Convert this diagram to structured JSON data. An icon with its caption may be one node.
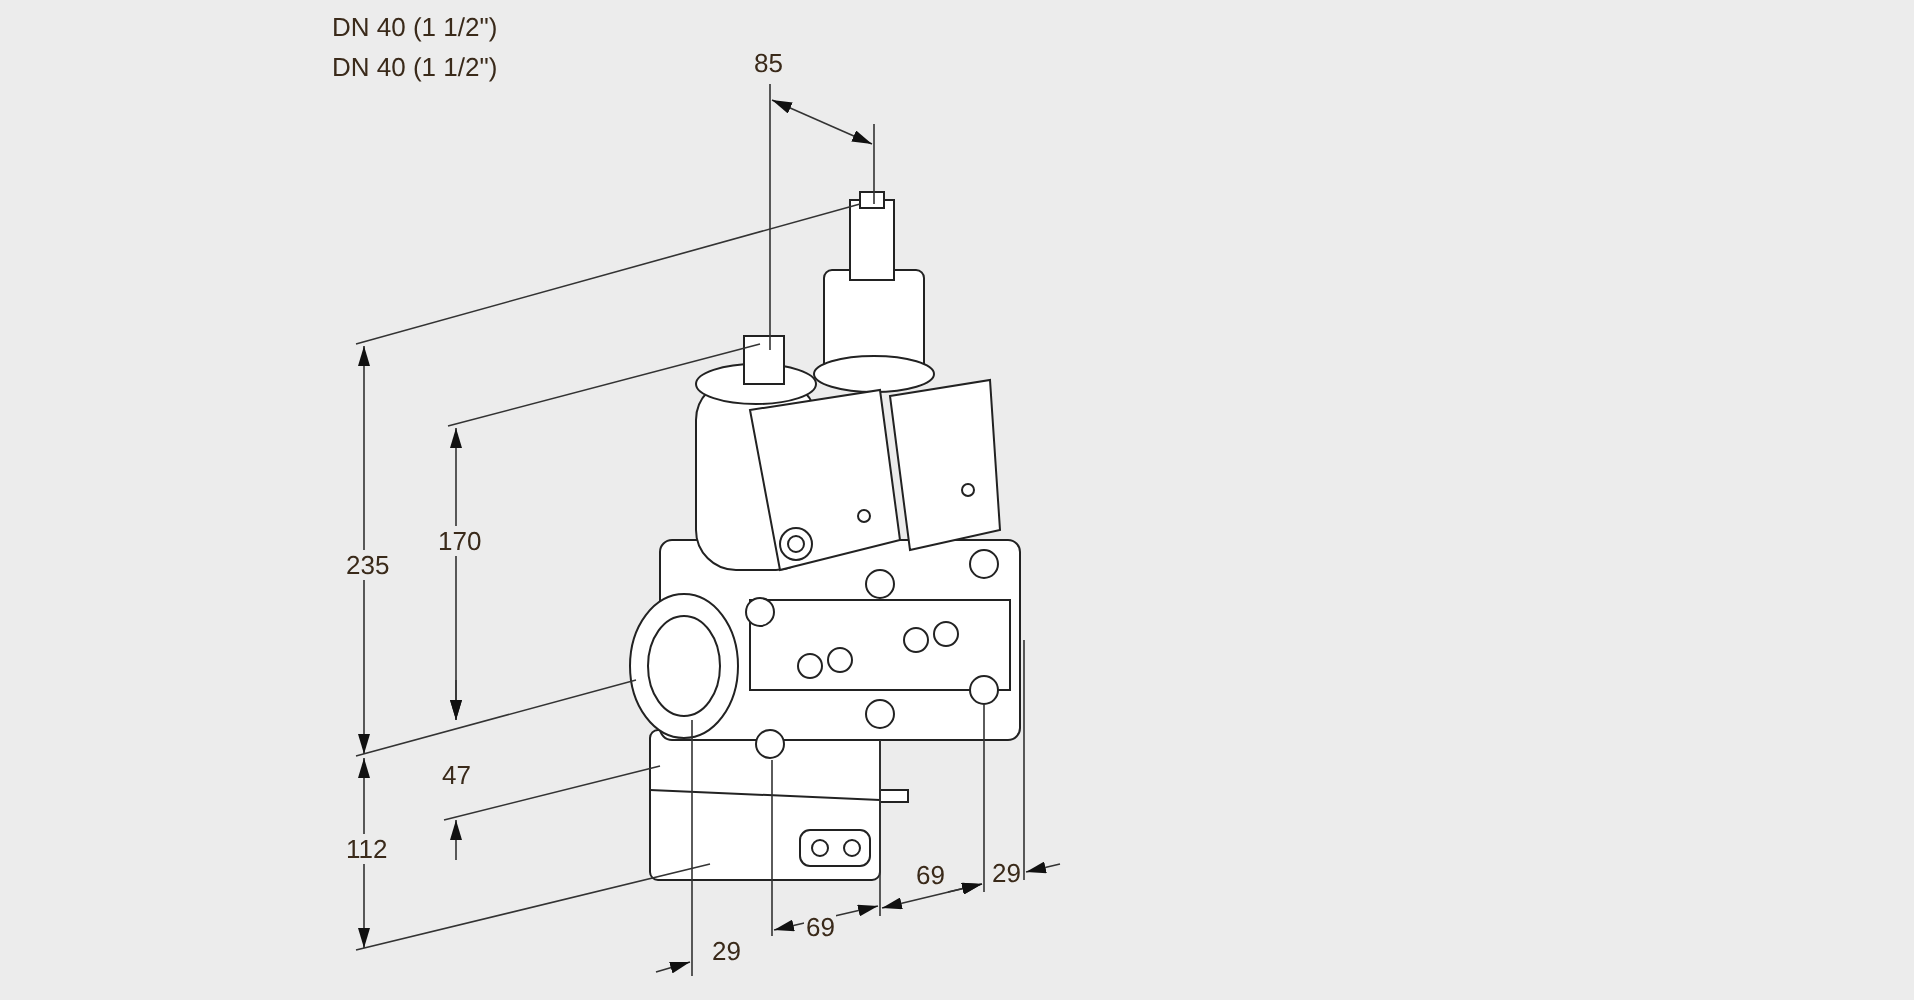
{
  "diagram": {
    "labels": [
      "DN 40 (1 1/2\")",
      "DN 40 (1 1/2\")",
      "85",
      "235",
      "170",
      "47",
      "112",
      "29",
      "69",
      "69",
      "29"
    ]
  }
}
